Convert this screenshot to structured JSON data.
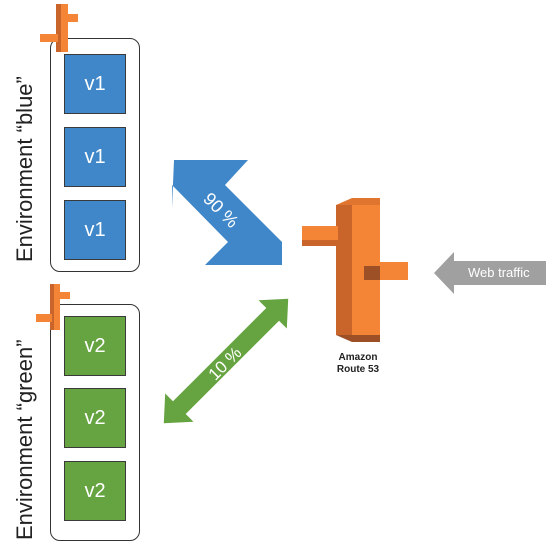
{
  "environments": [
    {
      "label": "Environment “blue”",
      "versions": [
        "v1",
        "v1",
        "v1"
      ],
      "color": "#3f87c8"
    },
    {
      "label": "Environment “green”",
      "versions": [
        "v2",
        "v2",
        "v2"
      ],
      "color": "#66a341"
    }
  ],
  "traffic": {
    "blue_percent": "90 %",
    "green_percent": "10 %"
  },
  "router": {
    "caption_line1": "Amazon",
    "caption_line2": "Route 53",
    "icon": "route53-icon"
  },
  "web_traffic": {
    "label": "Web traffic",
    "color": "#a0a0a0"
  },
  "accent": {
    "orange": "#f58536",
    "orange_dark": "#9d5025"
  }
}
